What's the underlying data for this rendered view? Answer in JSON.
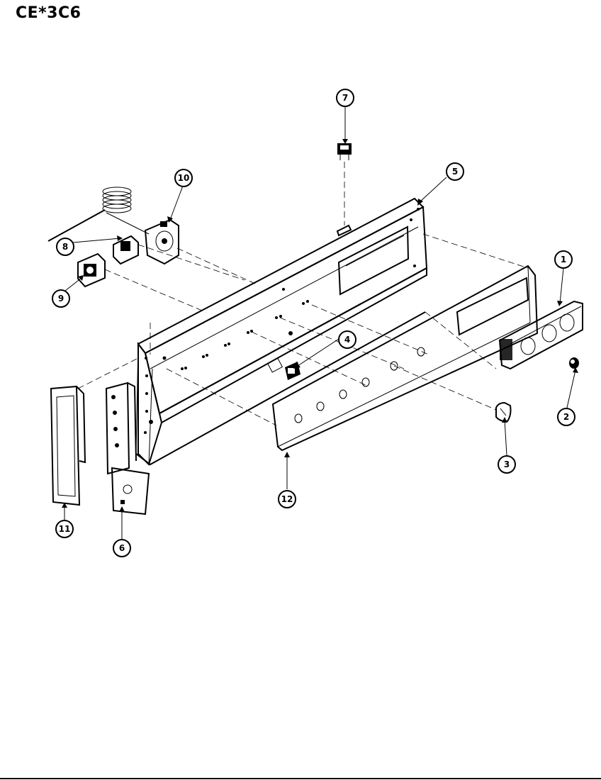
{
  "header": {
    "model_code": "CE*3C6"
  },
  "callouts": [
    {
      "id": "callout-1",
      "number": "1",
      "part": "control-housing"
    },
    {
      "id": "callout-2",
      "number": "2",
      "part": "knob"
    },
    {
      "id": "callout-3",
      "number": "3",
      "part": "knob"
    },
    {
      "id": "callout-4",
      "number": "4",
      "part": "switch"
    },
    {
      "id": "callout-5",
      "number": "5",
      "part": "backguard"
    },
    {
      "id": "callout-6",
      "number": "6",
      "part": "end-bracket"
    },
    {
      "id": "callout-7",
      "number": "7",
      "part": "indicator-light"
    },
    {
      "id": "callout-8",
      "number": "8",
      "part": "switch"
    },
    {
      "id": "callout-9",
      "number": "9",
      "part": "switch"
    },
    {
      "id": "callout-10",
      "number": "10",
      "part": "thermostat"
    },
    {
      "id": "callout-11",
      "number": "11",
      "part": "end-cap"
    },
    {
      "id": "callout-12",
      "number": "12",
      "part": "control-panel"
    }
  ]
}
